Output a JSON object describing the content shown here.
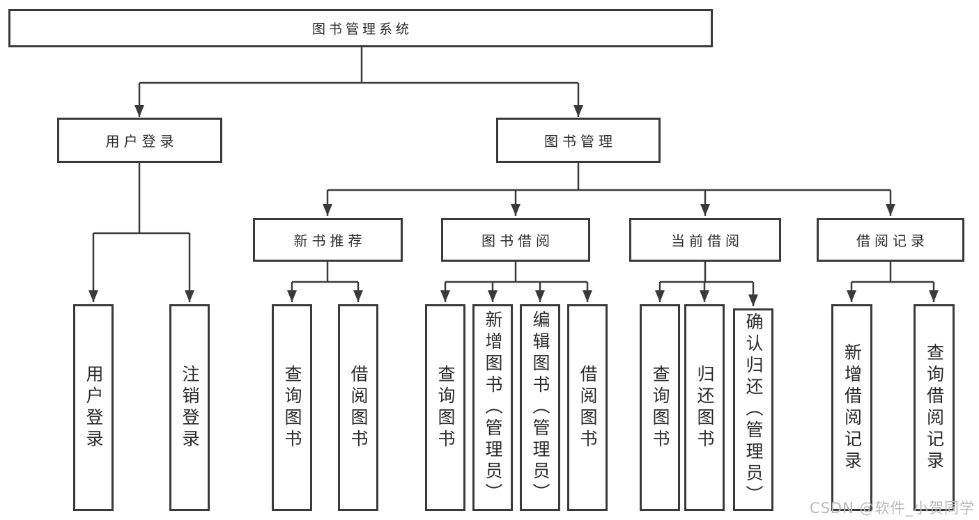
{
  "diagram": {
    "root": {
      "label": "图书管理系统"
    },
    "branches": [
      {
        "label": "用户登录",
        "children": [
          {
            "label": "用户登录"
          },
          {
            "label": "注销登录"
          }
        ]
      },
      {
        "label": "图书管理",
        "children": [
          {
            "label": "新书推荐",
            "children": [
              {
                "label": "查询图书"
              },
              {
                "label": "借阅图书"
              }
            ]
          },
          {
            "label": "图书借阅",
            "children": [
              {
                "label": "查询图书"
              },
              {
                "label": "新增图书（管理员）"
              },
              {
                "label": "编辑图书（管理员）"
              },
              {
                "label": "借阅图书"
              }
            ]
          },
          {
            "label": "当前借阅",
            "children": [
              {
                "label": "查询图书"
              },
              {
                "label": "归还图书"
              },
              {
                "label": "确认归还（管理员）"
              }
            ]
          },
          {
            "label": "借阅记录",
            "children": [
              {
                "label": "新增借阅记录"
              },
              {
                "label": "查询借阅记录"
              }
            ]
          }
        ]
      }
    ]
  },
  "watermark": {
    "text": "CSDN @软件_小贺同学"
  },
  "colors": {
    "line": "#3a3a3a",
    "border": "#3a3a3a",
    "text": "#2b2b2b",
    "background": "#ffffff",
    "watermark": "#b9b9bd"
  }
}
